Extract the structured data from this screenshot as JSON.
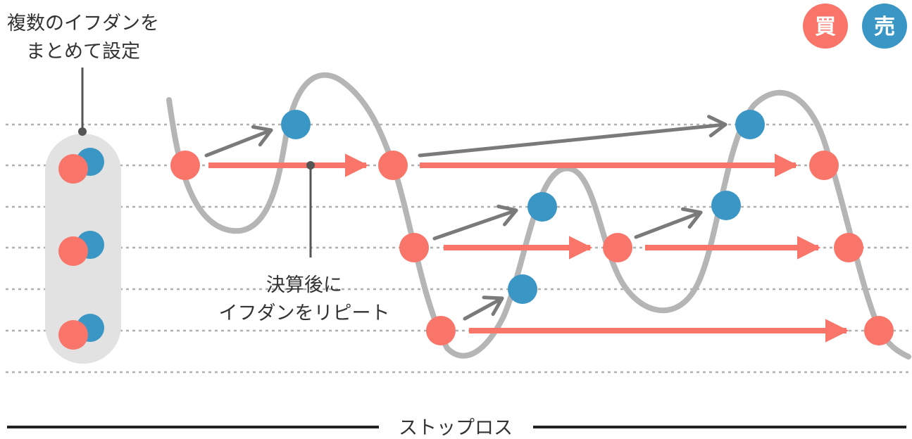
{
  "labels": {
    "group_line1": "複数のイフダンを",
    "group_line2": "まとめて設定",
    "repeat_line1": "決算後に",
    "repeat_line2": "イフダンをリピート",
    "stop_loss": "ストップロス"
  },
  "legend": {
    "buy": "買",
    "sell": "売"
  },
  "colors": {
    "buy": "#fa7569",
    "sell": "#3a96c5",
    "price_line": "#b5b5b5",
    "transition_arrow": "#7a7a7a",
    "grid": "#b0b0b0",
    "group_bg": "#e2e2e2",
    "text": "#333333",
    "stop_loss_line": "#222222"
  },
  "price_levels": 6
}
